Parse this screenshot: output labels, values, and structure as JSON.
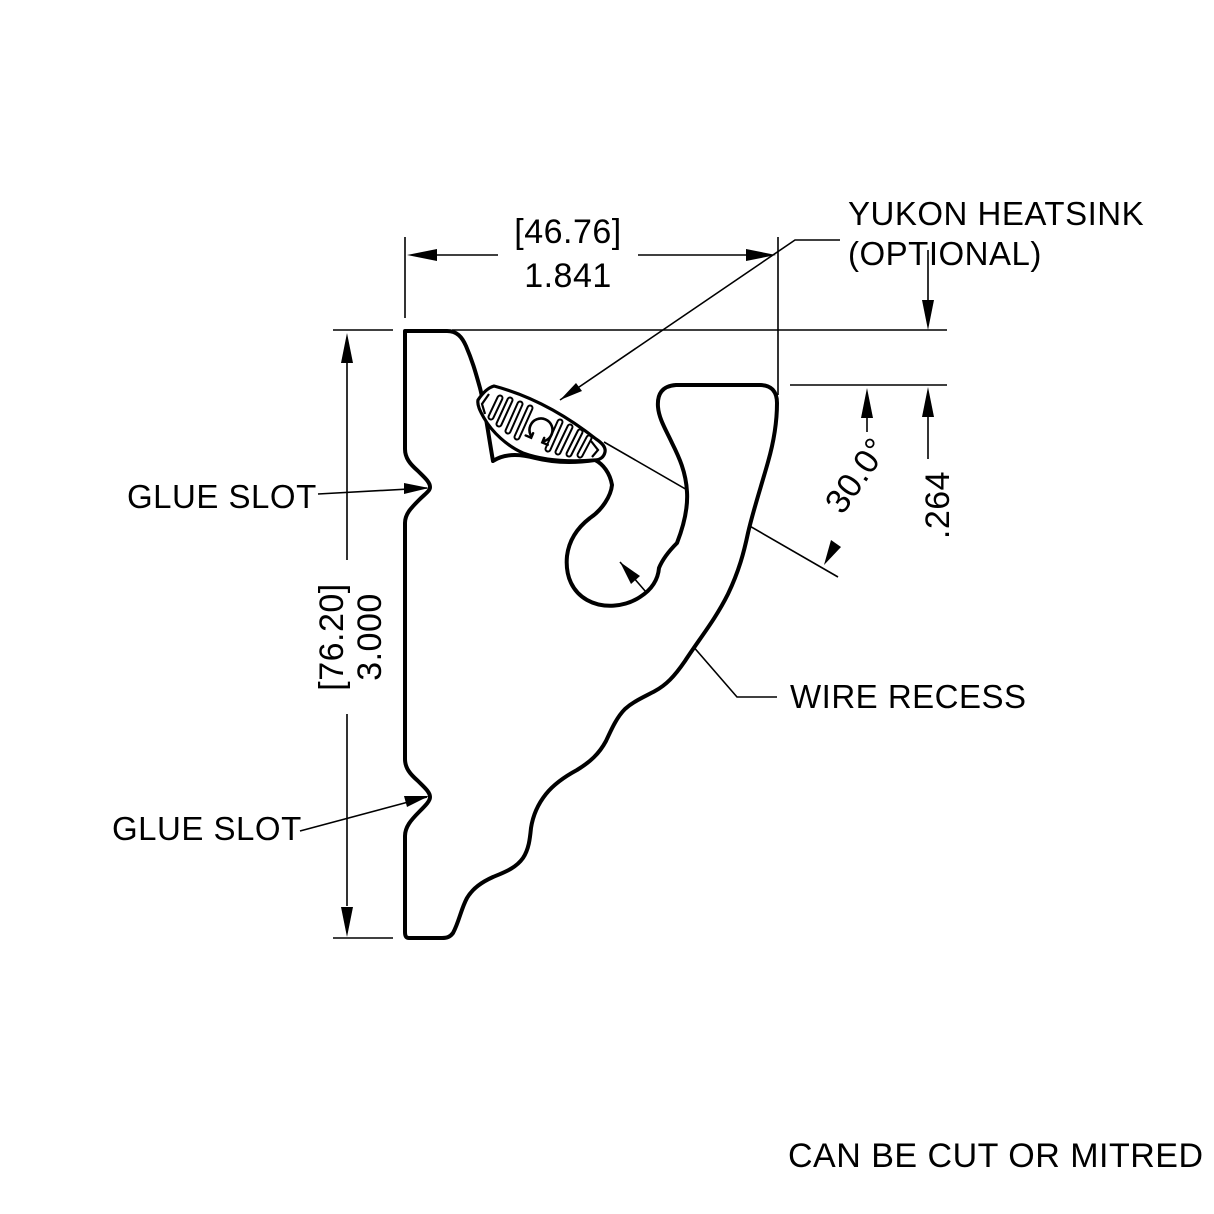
{
  "drawing": {
    "note": "CAN BE CUT OR MITRED",
    "callouts": {
      "heatsink_label_line1": "YUKON HEATSINK",
      "heatsink_label_line2": "(OPTIONAL)",
      "glue_slot_top": "GLUE SLOT",
      "glue_slot_bottom": "GLUE SLOT",
      "wire_recess": "WIRE RECESS"
    },
    "dimensions": {
      "width_mm": "[46.76]",
      "width_in": "1.841",
      "height_mm": "[76.20]",
      "height_in": "3.000",
      "angle_deg": "30.0°",
      "recess_depth_in": ".264"
    },
    "colors": {
      "line": "#000000",
      "background": "#ffffff"
    }
  }
}
